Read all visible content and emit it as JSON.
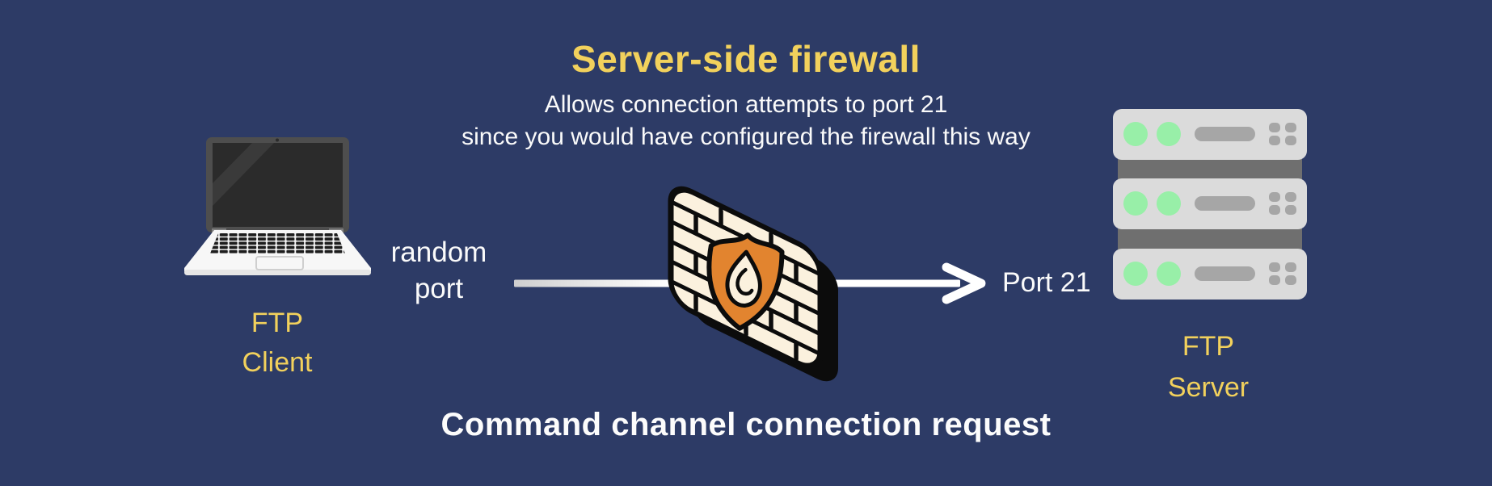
{
  "diagram": {
    "title": "Server-side firewall",
    "subtitle_line1": "Allows connection attempts to port 21",
    "subtitle_line2": "since you would have configured the firewall this way",
    "caption": "Command channel connection request"
  },
  "client": {
    "label_line1": "FTP",
    "label_line2": "Client",
    "source_port_line1": "random",
    "source_port_line2": "port"
  },
  "server": {
    "label_line1": "FTP",
    "label_line2": "Server",
    "dest_port": "Port 21",
    "rack_units": 3,
    "leds_per_unit": 2
  },
  "icons": {
    "client": "laptop-icon",
    "firewall": "firewall-brick-wall-icon",
    "shield": "shield-flame-icon",
    "server": "server-rack-icon",
    "flow": "right-arrow-icon"
  },
  "colors": {
    "background": "#2D3B66",
    "title_gold": "#F2D15C",
    "text_white": "#FAFAFA",
    "firewall_cream": "#FBF1DE",
    "firewall_orange": "#E2842F",
    "outline_black": "#0C0C0C",
    "server_body": "#DBDBDB",
    "server_bar": "#6F6F6F",
    "led_green": "#98EFA8",
    "server_detail_gray": "#A6A6A6",
    "arrow_white": "#FFFFFF"
  }
}
